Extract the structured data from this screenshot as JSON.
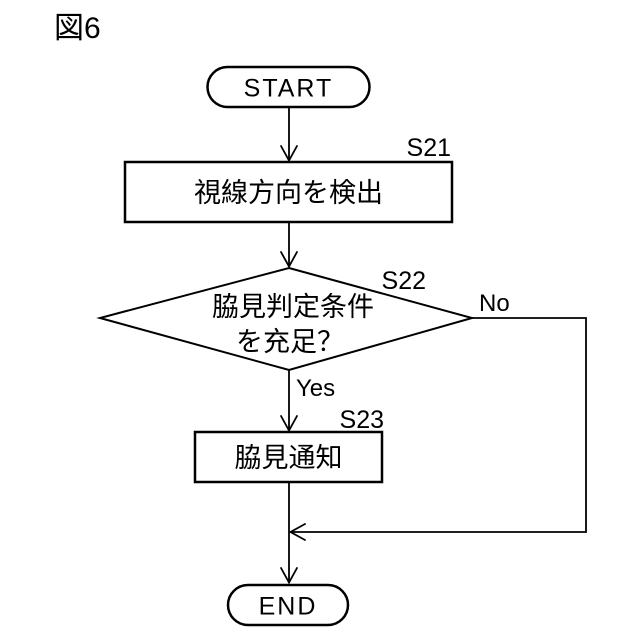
{
  "figure": {
    "title": "図6",
    "nodes": {
      "start": {
        "label": "START"
      },
      "s21": {
        "step": "S21",
        "label": "視線方向を検出"
      },
      "s22": {
        "step": "S22",
        "label_line1": "脇見判定条件",
        "label_line2": "を充足？"
      },
      "s23": {
        "step": "S23",
        "label": "脇見通知"
      },
      "end": {
        "label": "END"
      }
    },
    "edges": {
      "yes_label": "Yes",
      "no_label": "No"
    },
    "colors": {
      "stroke": "#000000",
      "background": "#ffffff"
    }
  }
}
